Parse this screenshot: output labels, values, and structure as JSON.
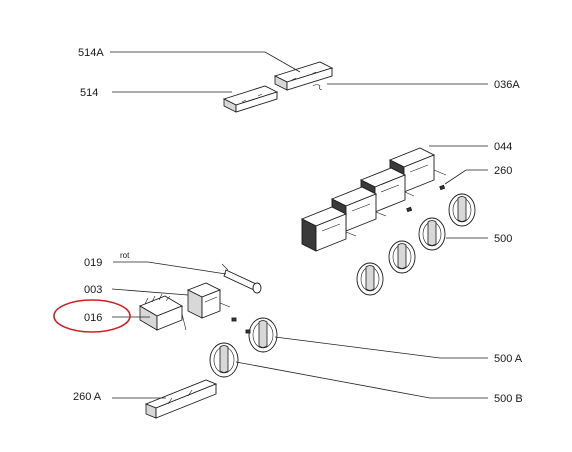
{
  "labels": {
    "l514A": "514A",
    "l514": "514",
    "l036A": "036A",
    "l044": "044",
    "l260": "260",
    "l500": "500",
    "l019": "019",
    "rot": "rot",
    "l003": "003",
    "l016": "016",
    "l500A": "500 A",
    "l500B": "500 B",
    "l260A": "260 A"
  },
  "colors": {
    "highlight": "#cc2222"
  }
}
